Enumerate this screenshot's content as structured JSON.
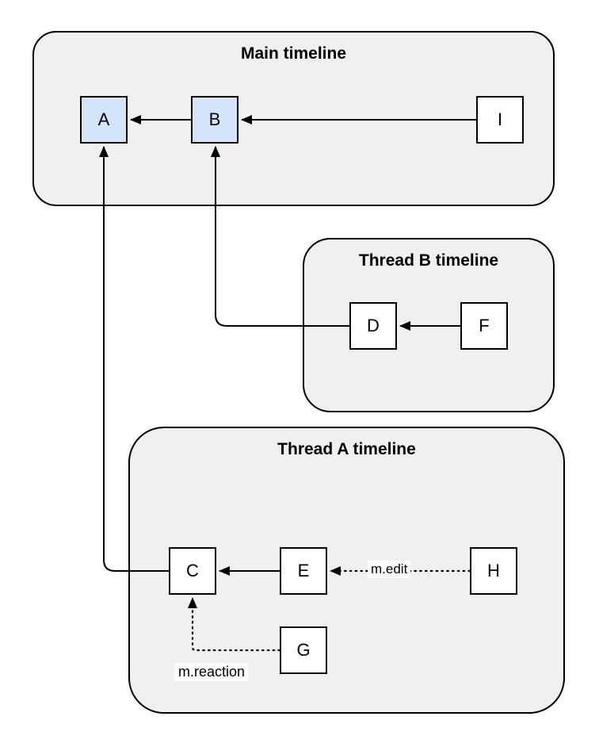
{
  "diagram": {
    "containers": {
      "main": {
        "title": "Main timeline"
      },
      "thread_b": {
        "title": "Thread B timeline"
      },
      "thread_a": {
        "title": "Thread A timeline"
      }
    },
    "nodes": {
      "A": {
        "label": "A",
        "timeline": "main",
        "highlighted": true
      },
      "B": {
        "label": "B",
        "timeline": "main",
        "highlighted": true
      },
      "I": {
        "label": "I",
        "timeline": "main",
        "highlighted": false
      },
      "D": {
        "label": "D",
        "timeline": "thread_b",
        "highlighted": false
      },
      "F": {
        "label": "F",
        "timeline": "thread_b",
        "highlighted": false
      },
      "C": {
        "label": "C",
        "timeline": "thread_a",
        "highlighted": false
      },
      "E": {
        "label": "E",
        "timeline": "thread_a",
        "highlighted": false
      },
      "H": {
        "label": "H",
        "timeline": "thread_a",
        "highlighted": false
      },
      "G": {
        "label": "G",
        "timeline": "thread_a",
        "highlighted": false
      }
    },
    "edges": [
      {
        "from": "B",
        "to": "A",
        "style": "solid",
        "label": ""
      },
      {
        "from": "I",
        "to": "B",
        "style": "solid",
        "label": ""
      },
      {
        "from": "F",
        "to": "D",
        "style": "solid",
        "label": ""
      },
      {
        "from": "D",
        "to": "B",
        "style": "solid",
        "label": ""
      },
      {
        "from": "E",
        "to": "C",
        "style": "solid",
        "label": ""
      },
      {
        "from": "C",
        "to": "A",
        "style": "solid",
        "label": ""
      },
      {
        "from": "H",
        "to": "E",
        "style": "dotted",
        "label": "m.edit"
      },
      {
        "from": "G",
        "to": "C",
        "style": "dotted",
        "label": "m.reaction"
      }
    ],
    "colors": {
      "container_fill": "#f0f0f0",
      "node_fill": "#ffffff",
      "node_highlight_fill": "#d3e5fb",
      "border": "#000000"
    }
  }
}
